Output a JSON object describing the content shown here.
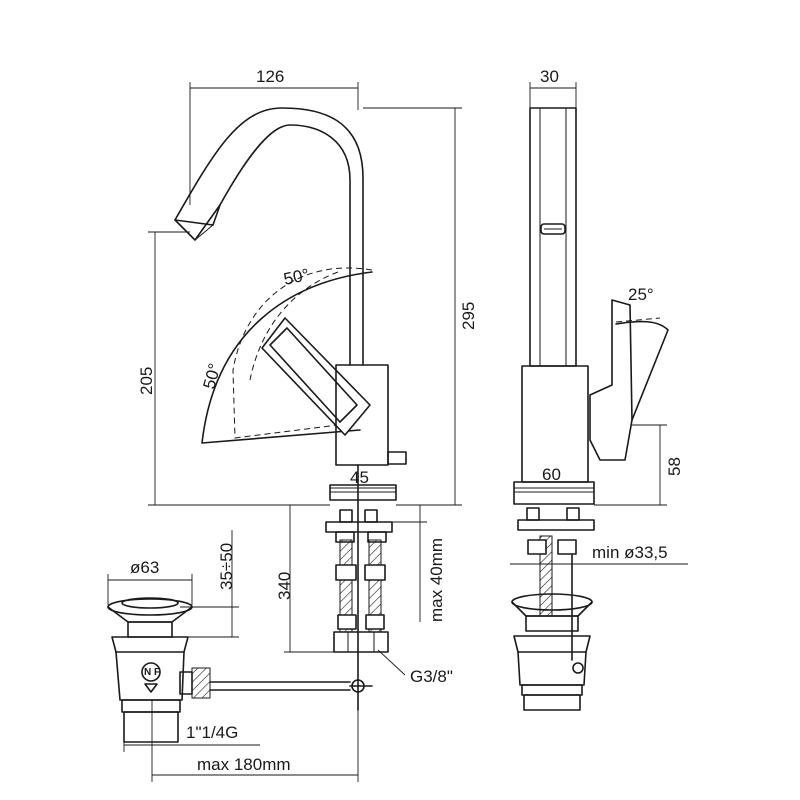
{
  "dimensions": {
    "spout_reach": "126",
    "body_depth": "30",
    "lever_angle_side": "25°",
    "height_total": "295",
    "spout_height": "205",
    "lever_angle_top": "50°",
    "lever_angle_left": "50°",
    "base_front": "45",
    "base_side": "60",
    "lever_height": "58",
    "hole_diameter": "min ø33,5",
    "hose_length": "340",
    "deck_thickness": "max 40mm",
    "connection": "G3/8\"",
    "waste_diameter": "ø63",
    "waste_height": "35÷50",
    "waste_thread": "1\"1/4G",
    "rod_length": "max 180mm"
  },
  "marks": {
    "pop_up_label": "N F"
  }
}
